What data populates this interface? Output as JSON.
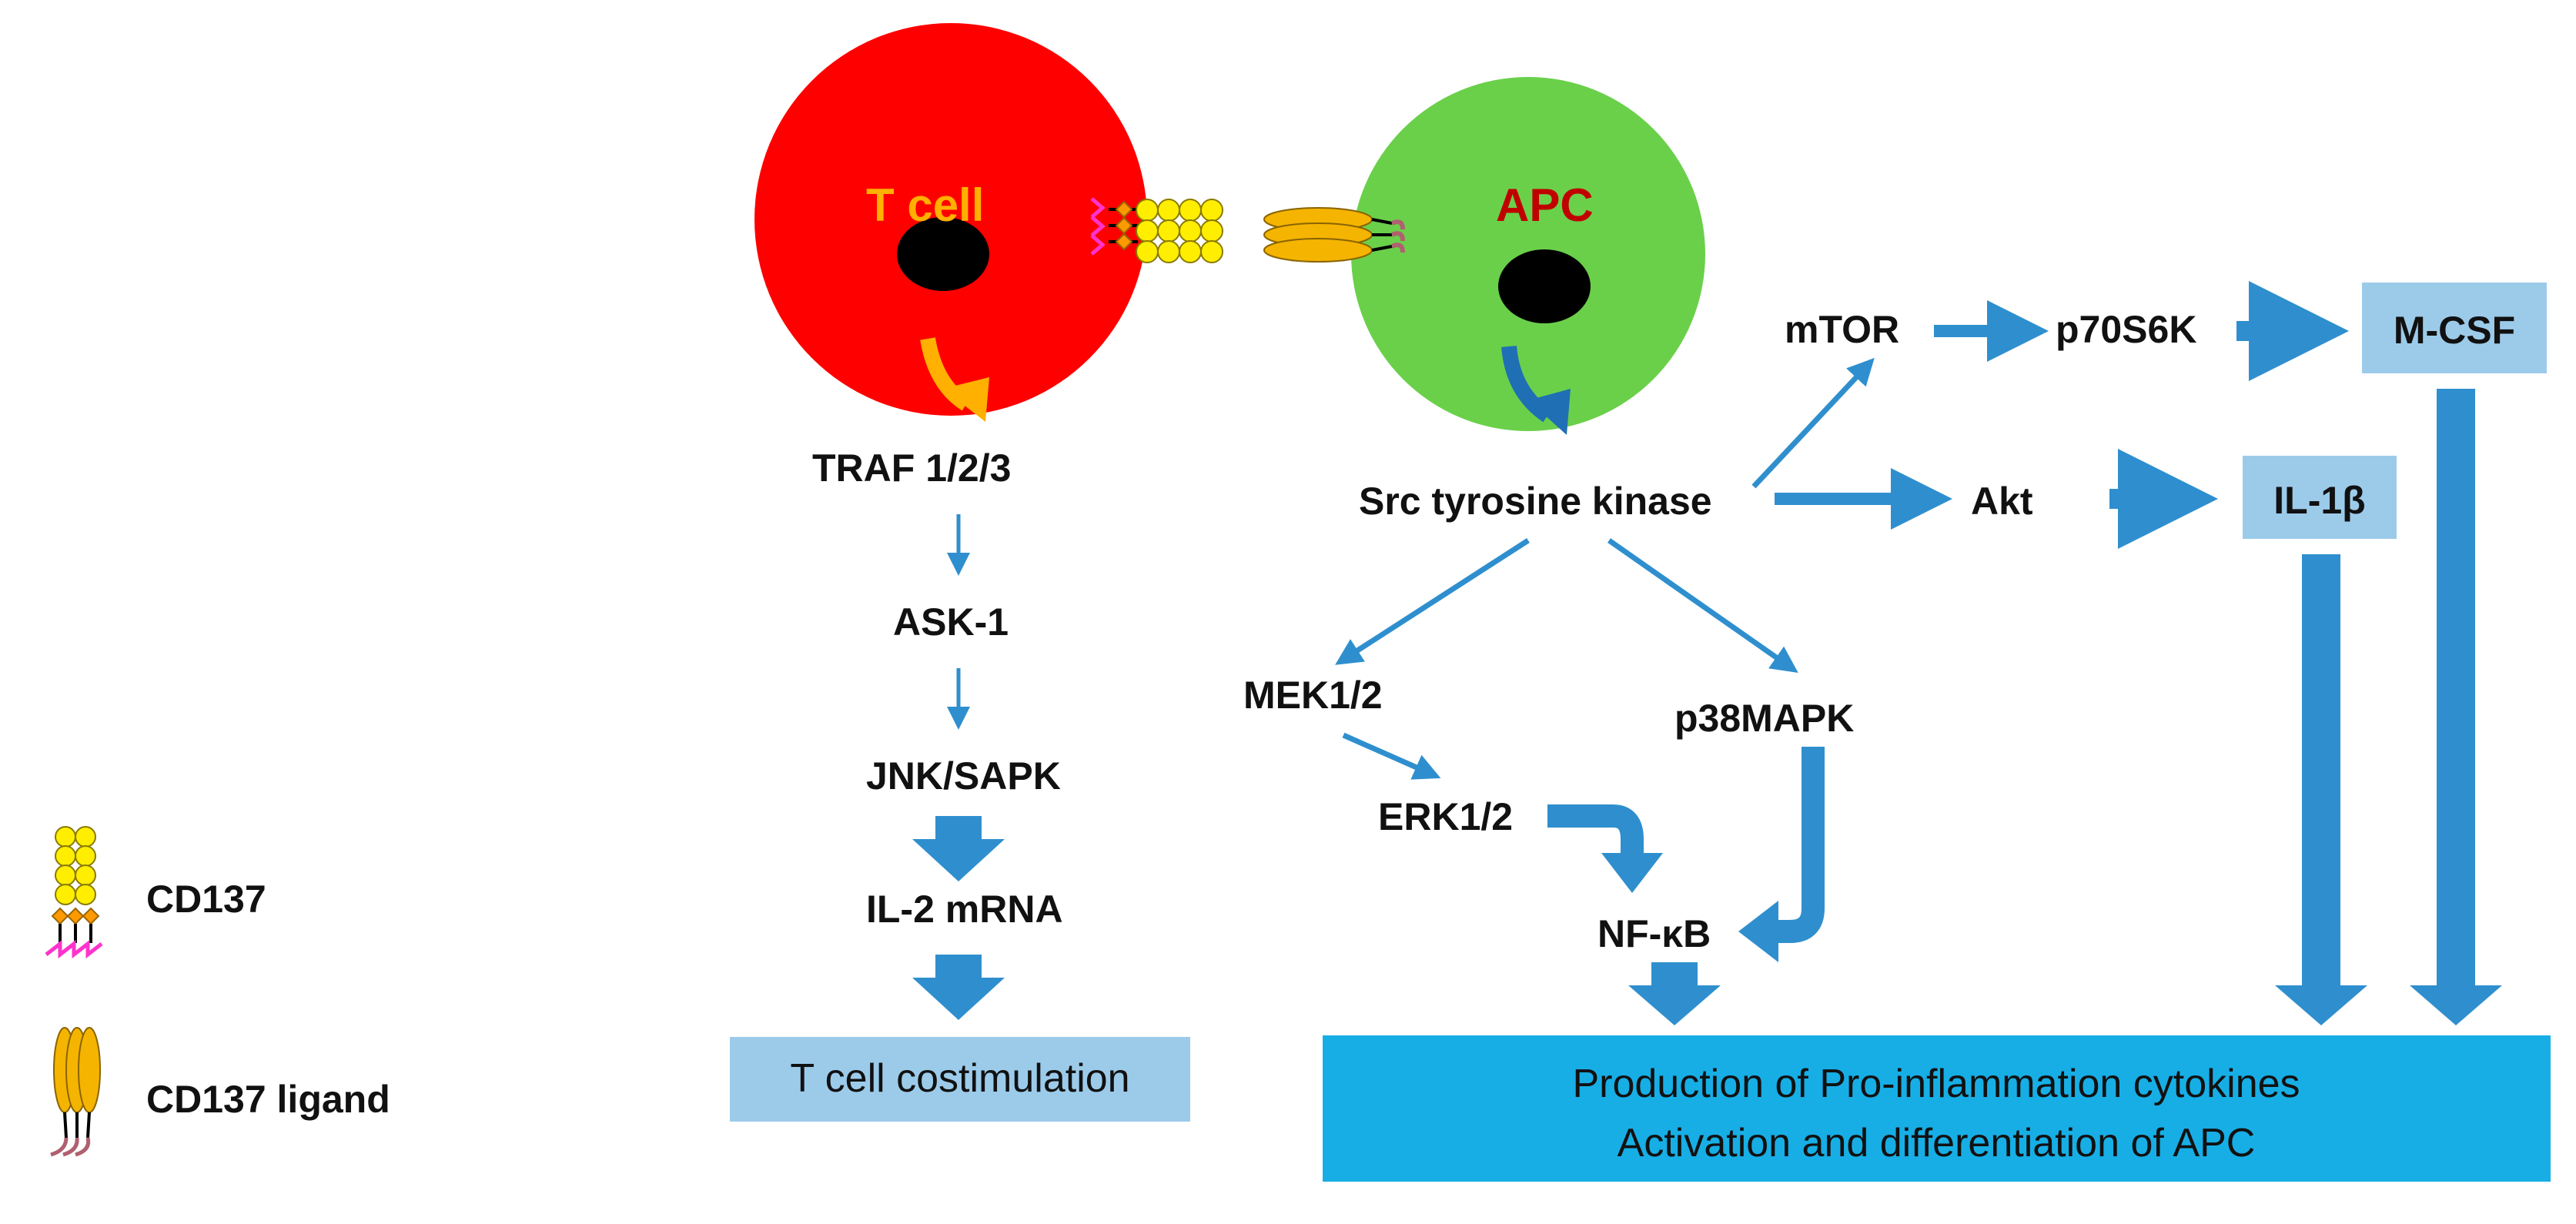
{
  "colors": {
    "t_cell": "#ff0000",
    "apc": "#6ad04a",
    "nucleus": "#000000",
    "arrow": "#2f8fce",
    "arrow_dark": "#1f6fb5",
    "t_label": "#ffb000",
    "apc_label": "#c00000",
    "light_box": "#9ccbea",
    "bright_box": "#17aee6",
    "cd137": "#ffee00",
    "cd137_ligand": "#f5b400"
  },
  "cells": {
    "t_cell_label": "T cell",
    "apc_label": "APC"
  },
  "nodes": {
    "traf": "TRAF 1/2/3",
    "ask1": "ASK-1",
    "jnk": "JNK/SAPK",
    "il2": "IL-2 mRNA",
    "src": "Src tyrosine kinase",
    "mtor": "mTOR",
    "p70s6k": "p70S6K",
    "akt": "Akt",
    "mek": "MEK1/2",
    "erk": "ERK1/2",
    "p38": "p38MAPK",
    "nfkb": "NF-κB"
  },
  "boxes": {
    "t_costim": "T cell costimulation",
    "mcsf": "M-CSF",
    "il1b": "IL-1β",
    "production_line1": "Production of Pro-inflammation cytokines",
    "production_line2": "Activation and differentiation of APC"
  },
  "legend": {
    "cd137": "CD137",
    "cd137_ligand": "CD137 ligand"
  }
}
